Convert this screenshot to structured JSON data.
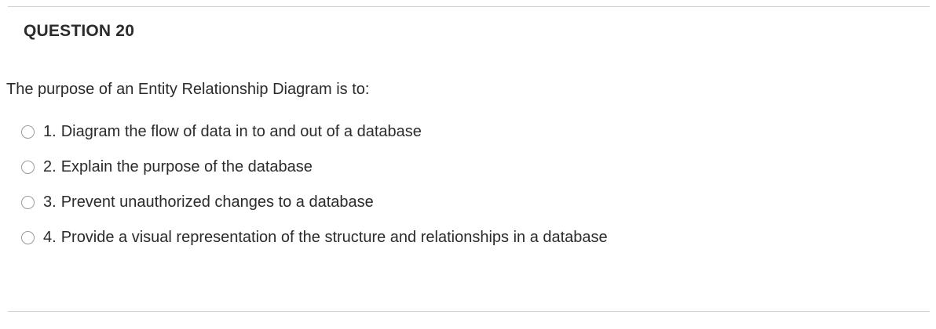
{
  "question": {
    "title": "QUESTION 20",
    "prompt": "The purpose of an Entity Relationship Diagram is to:",
    "choices": [
      {
        "number": "1.",
        "text": "Diagram the flow of data in to and out of a database",
        "selected": false
      },
      {
        "number": "2.",
        "text": "Explain the purpose of the database",
        "selected": false
      },
      {
        "number": "3.",
        "text": "Prevent unauthorized changes to a database",
        "selected": false
      },
      {
        "number": "4.",
        "text": "Provide a visual representation of the structure and relationships in a database",
        "selected": false
      }
    ]
  },
  "colors": {
    "text": "#2b2b2b",
    "rule": "#d0d0d0",
    "radio_border": "#9a9a9a",
    "background": "#ffffff"
  }
}
